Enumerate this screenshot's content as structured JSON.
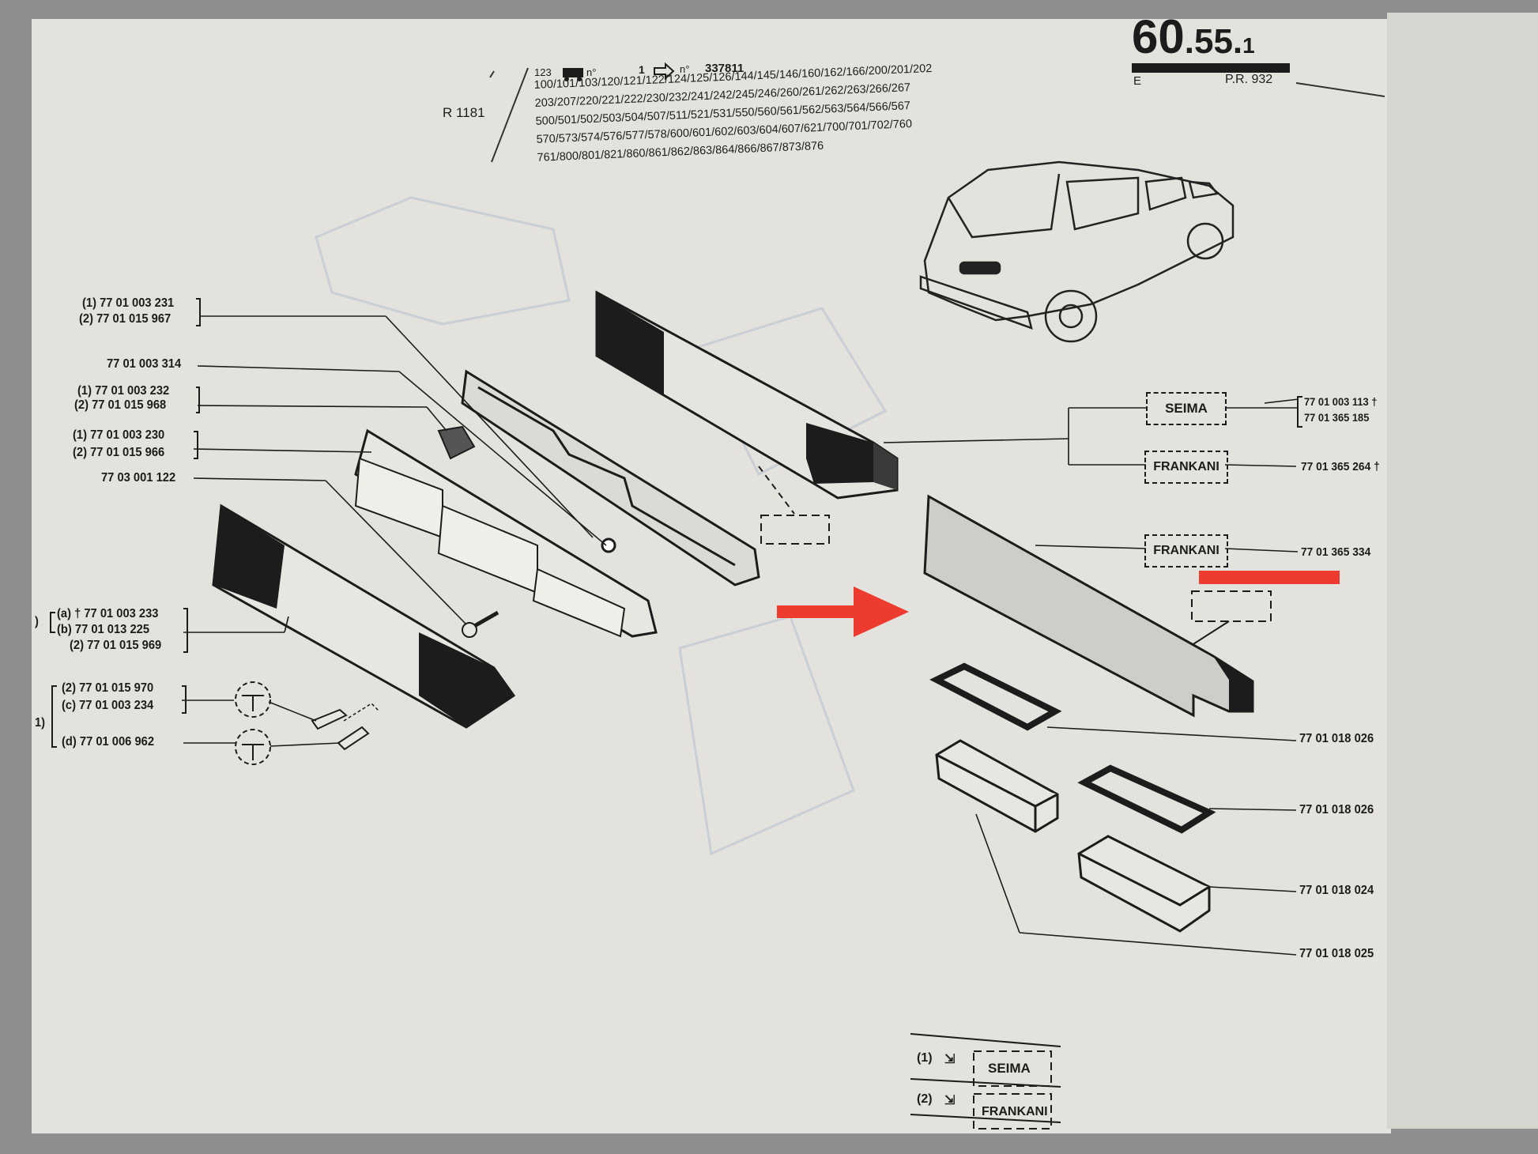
{
  "header": {
    "page_number_main": "60",
    "page_number_sub": ".55.",
    "page_number_suffix": "1",
    "edition": "E",
    "pr_code": "P.R. 932",
    "model": "R 1181",
    "chassis_line": "123",
    "chassis_from_label": "n°",
    "chassis_from": "1",
    "chassis_to_label": "n°",
    "chassis_to": "337811",
    "version_lines": [
      "100/101/103/120/121/122/124/125/126/144/145/146/160/162/166/200/201/202",
      "203/207/220/221/222/230/232/241/242/245/246/260/261/262/263/266/267",
      "500/501/502/503/504/507/511/521/531/550/560/561/562/563/564/566/567",
      "570/573/574/576/577/578/600/601/602/603/604/607/621/700/701/702/760",
      "761/800/801/821/860/861/862/863/864/866/867/873/876"
    ]
  },
  "left_labels": {
    "l1a": "(1) 77 01 003 231",
    "l1b": "(2) 77 01 015 967",
    "l2": "77 01 003 314",
    "l3a": "(1) 77 01 003 232",
    "l3b": "(2) 77 01 015 968",
    "l4a": "(1) 77 01 003 230",
    "l4b": "(2) 77 01 015 966",
    "l5": "77 03 001 122",
    "l6a": "(a) † 77 01 003 233",
    "l6b": "(b)   77 01 013 225",
    "l6c": "(2) 77 01 015 969",
    "l7a": "(2) 77 01 015 970",
    "l7b": "(c) 77 01 003 234",
    "l7c": "(d) 77 01 006 962",
    "bracket_1": ")",
    "bracket_2": "1)"
  },
  "right_labels": {
    "seima": "SEIMA",
    "frankani_1": "FRANKANI",
    "frankani_2": "FRANKANI",
    "r1a": "77 01 003 113 †",
    "r1b": "77 01 365 185",
    "r2": "77 01 365 264 †",
    "r3": "77 01 365 334",
    "r4": "77 01 018 026",
    "r5": "77 01 018 026",
    "r6": "77 01 018 024",
    "r7": "77 01 018 025"
  },
  "legend": [
    {
      "key": "(1)",
      "brand": "SEIMA"
    },
    {
      "key": "(2)",
      "brand": "FRANKANI"
    }
  ],
  "annotations": {
    "arrow_color": "#ee3b2f",
    "underline_color": "#ee3b2f"
  }
}
